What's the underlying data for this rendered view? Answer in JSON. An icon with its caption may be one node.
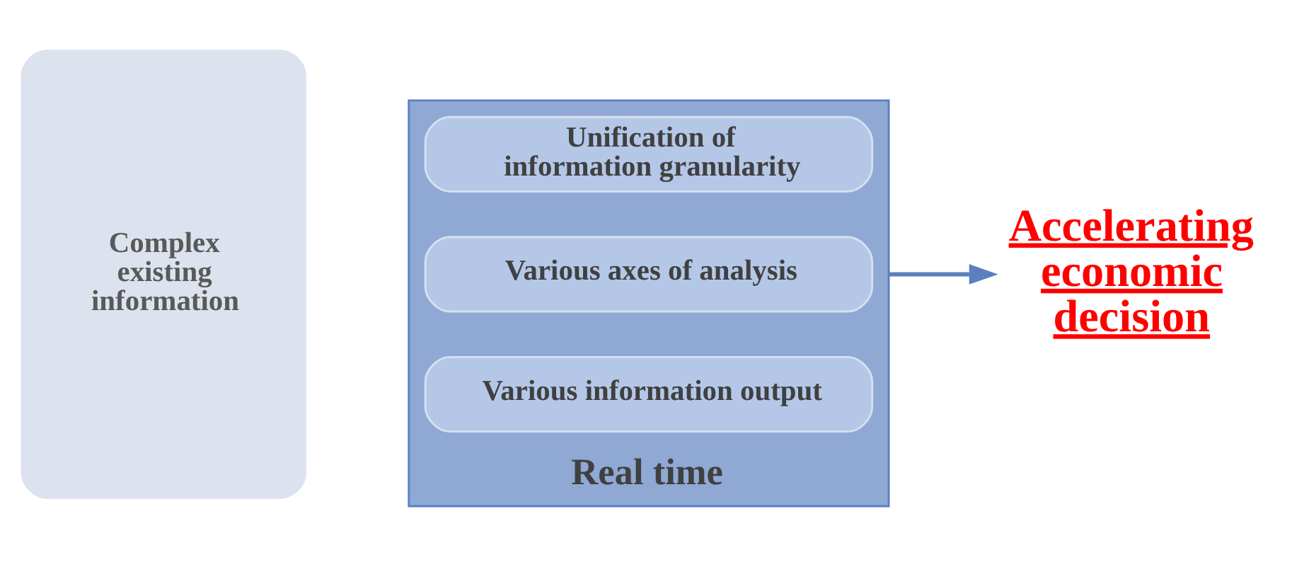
{
  "diagram": {
    "nodes": [
      {
        "text": [
          "Complex existing information"
        ]
      },
      {
        "text": [
          "Real time"
        ]
      },
      {
        "text": [
          "Unification of information granularity"
        ],
        "in": 1
      },
      {
        "text": [
          "Various axes of analysis"
        ],
        "in": 1
      },
      {
        "text": [
          "Various information output"
        ],
        "in": 1
      },
      {
        "text": [
          "Accelerating economic decision"
        ]
      }
    ],
    "edges": [
      {
        "from": 1,
        "to": 5,
        "arrow": "to"
      }
    ]
  }
}
